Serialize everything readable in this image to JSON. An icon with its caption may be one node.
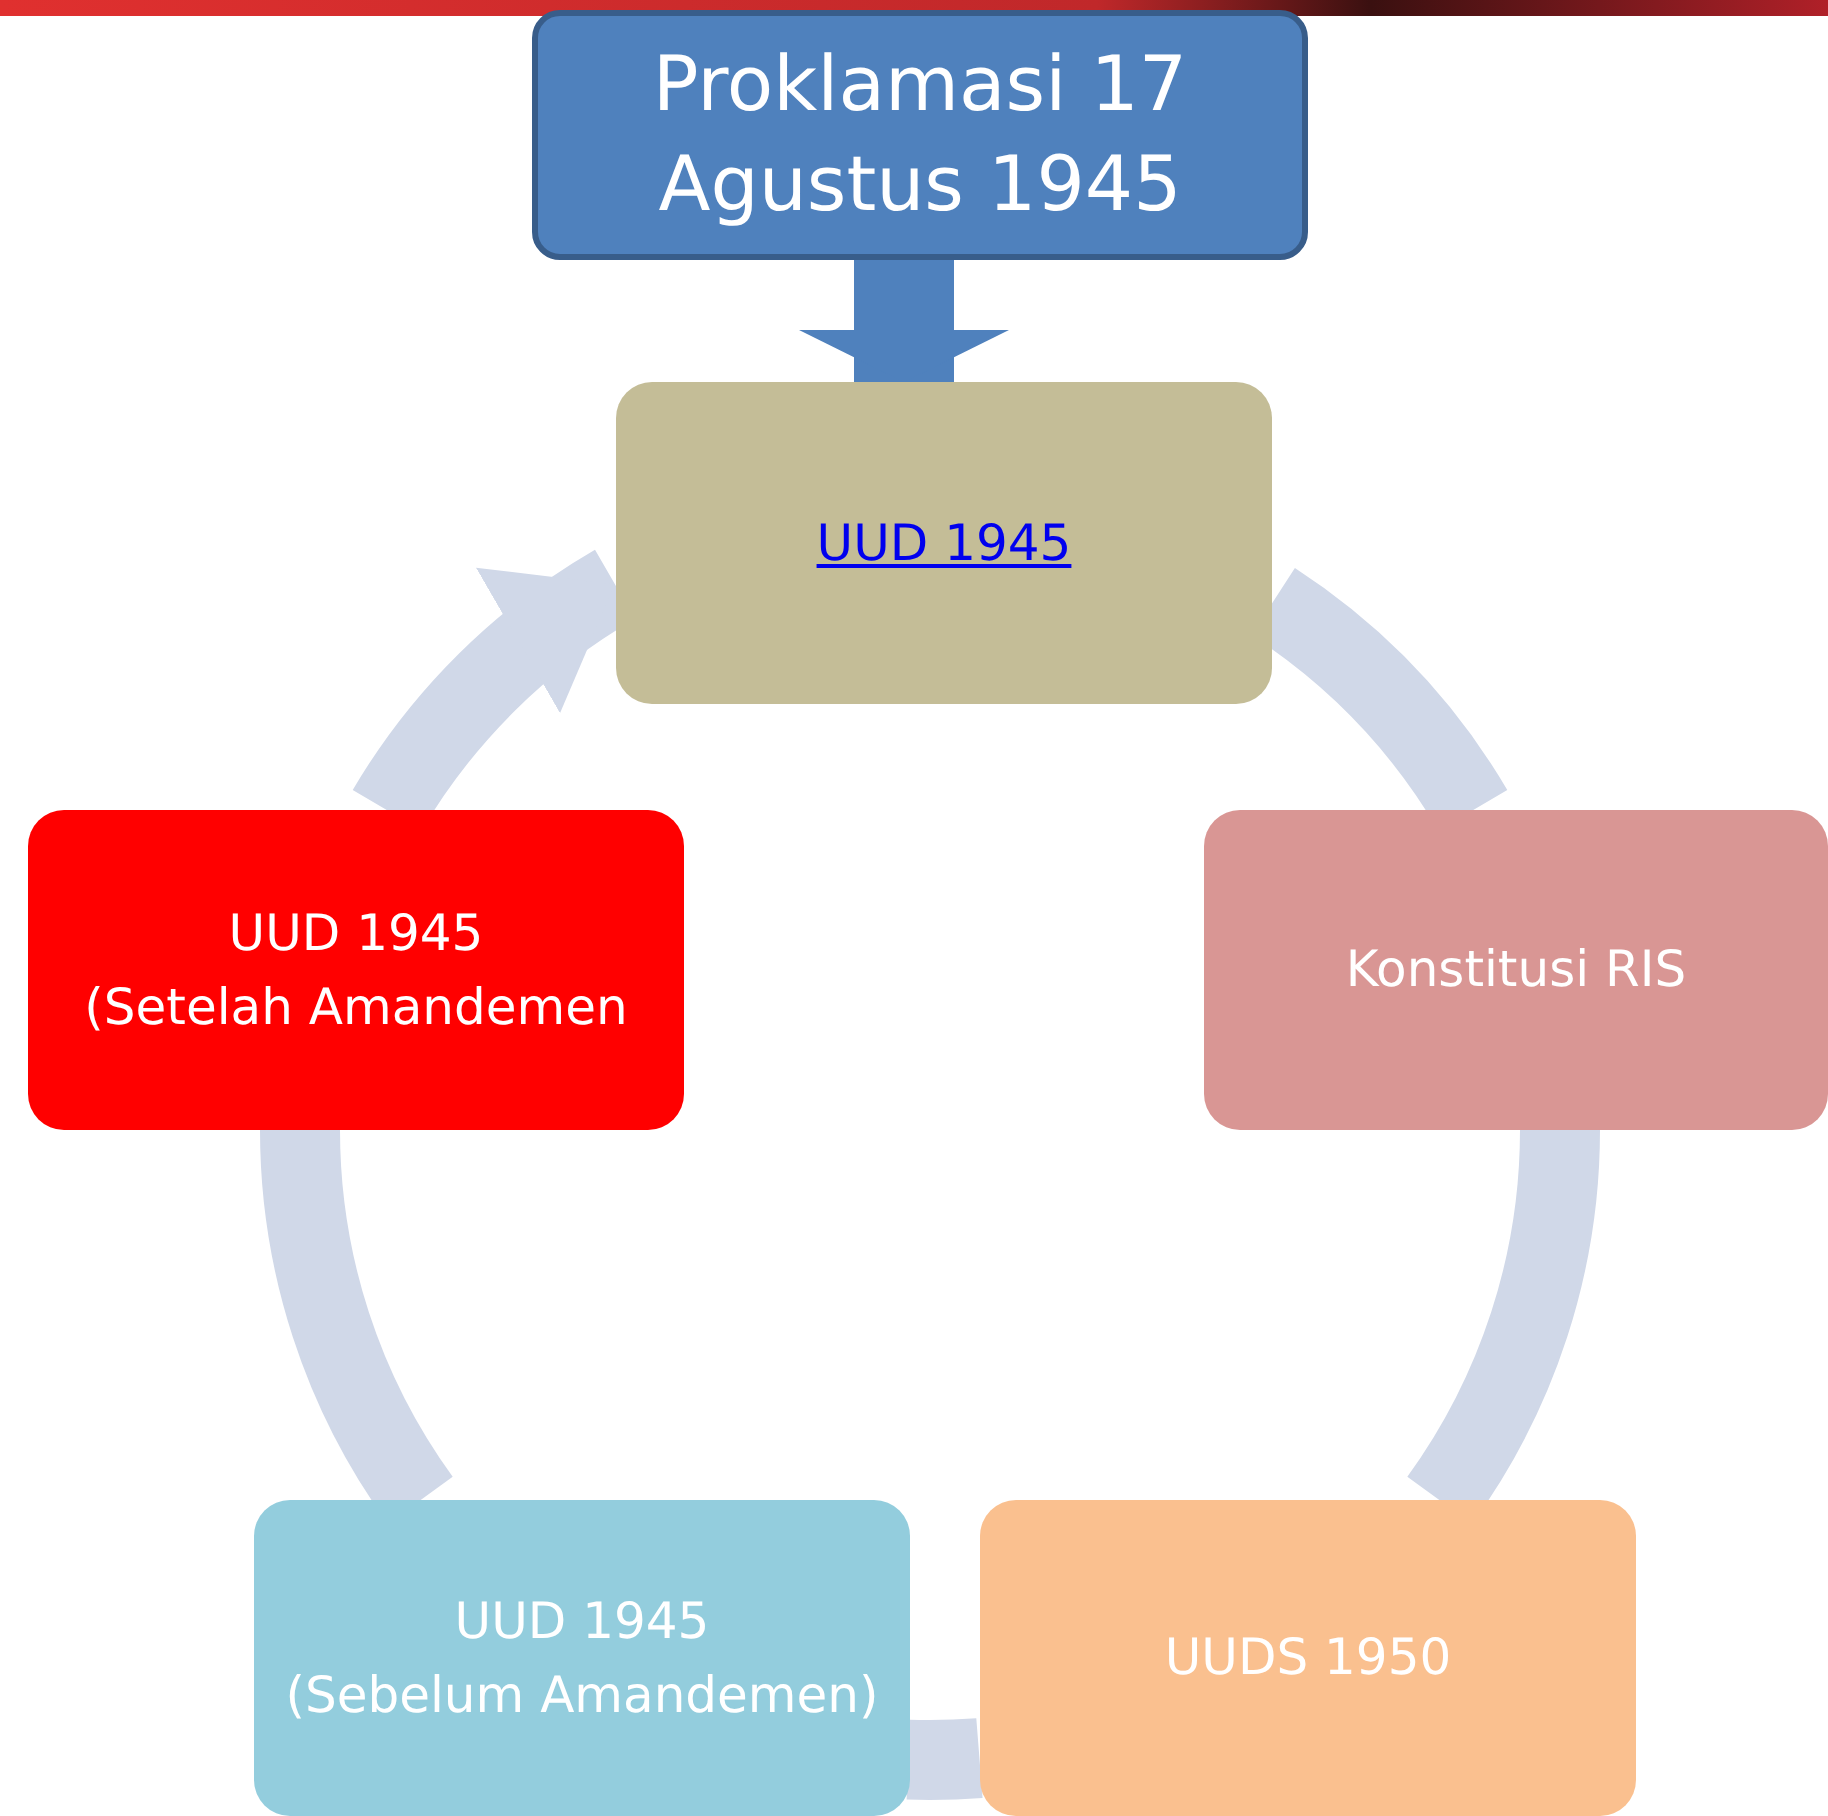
{
  "diagram": {
    "nodes": [
      {
        "text": [
          "Proklamasi 17 Agustus 1945"
        ]
      },
      {
        "text": [
          "UUD 1945"
        ]
      },
      {
        "text": [
          "Konstitusi RIS"
        ]
      },
      {
        "text": [
          "UUDS 1950"
        ]
      },
      {
        "text": [
          "UUD 1945",
          "(Sebelum Amandemen)"
        ]
      },
      {
        "text": [
          "UUD 1945",
          "(Setelah Amandemen"
        ]
      }
    ],
    "edges": [
      {
        "from": 0,
        "to": 1,
        "arrow": "to",
        "color": "#4f81bd"
      },
      {
        "from": 1,
        "to": 2,
        "arrow": "none"
      },
      {
        "from": 2,
        "to": 3,
        "arrow": "none"
      },
      {
        "from": 3,
        "to": 4,
        "arrow": "none"
      },
      {
        "from": 4,
        "to": 5,
        "arrow": "none"
      },
      {
        "from": 5,
        "to": 1,
        "arrow": "to"
      }
    ]
  }
}
